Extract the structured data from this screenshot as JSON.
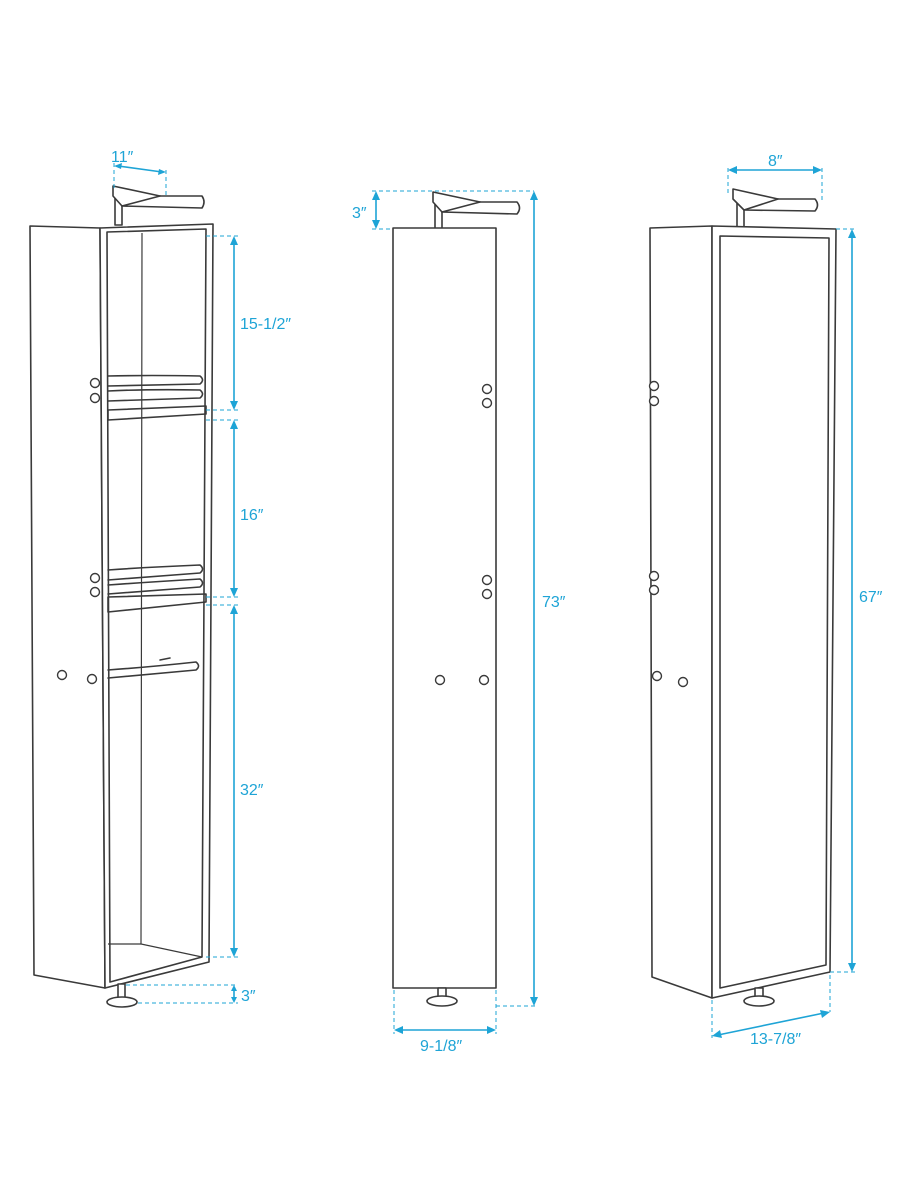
{
  "accent_color": "#1ea4d6",
  "line_color": "#3a3a3a",
  "dimensions": {
    "open_top_width": "11″",
    "open_shelf_1": "15-1/2″",
    "open_shelf_2": "16″",
    "open_shelf_3": "32″",
    "open_base": "3″",
    "closed_top_offset": "3″",
    "closed_height": "73″",
    "closed_width": "9-1/8″",
    "mirror_top_width": "8″",
    "mirror_height": "67″",
    "mirror_depth": "13-7/8″"
  }
}
